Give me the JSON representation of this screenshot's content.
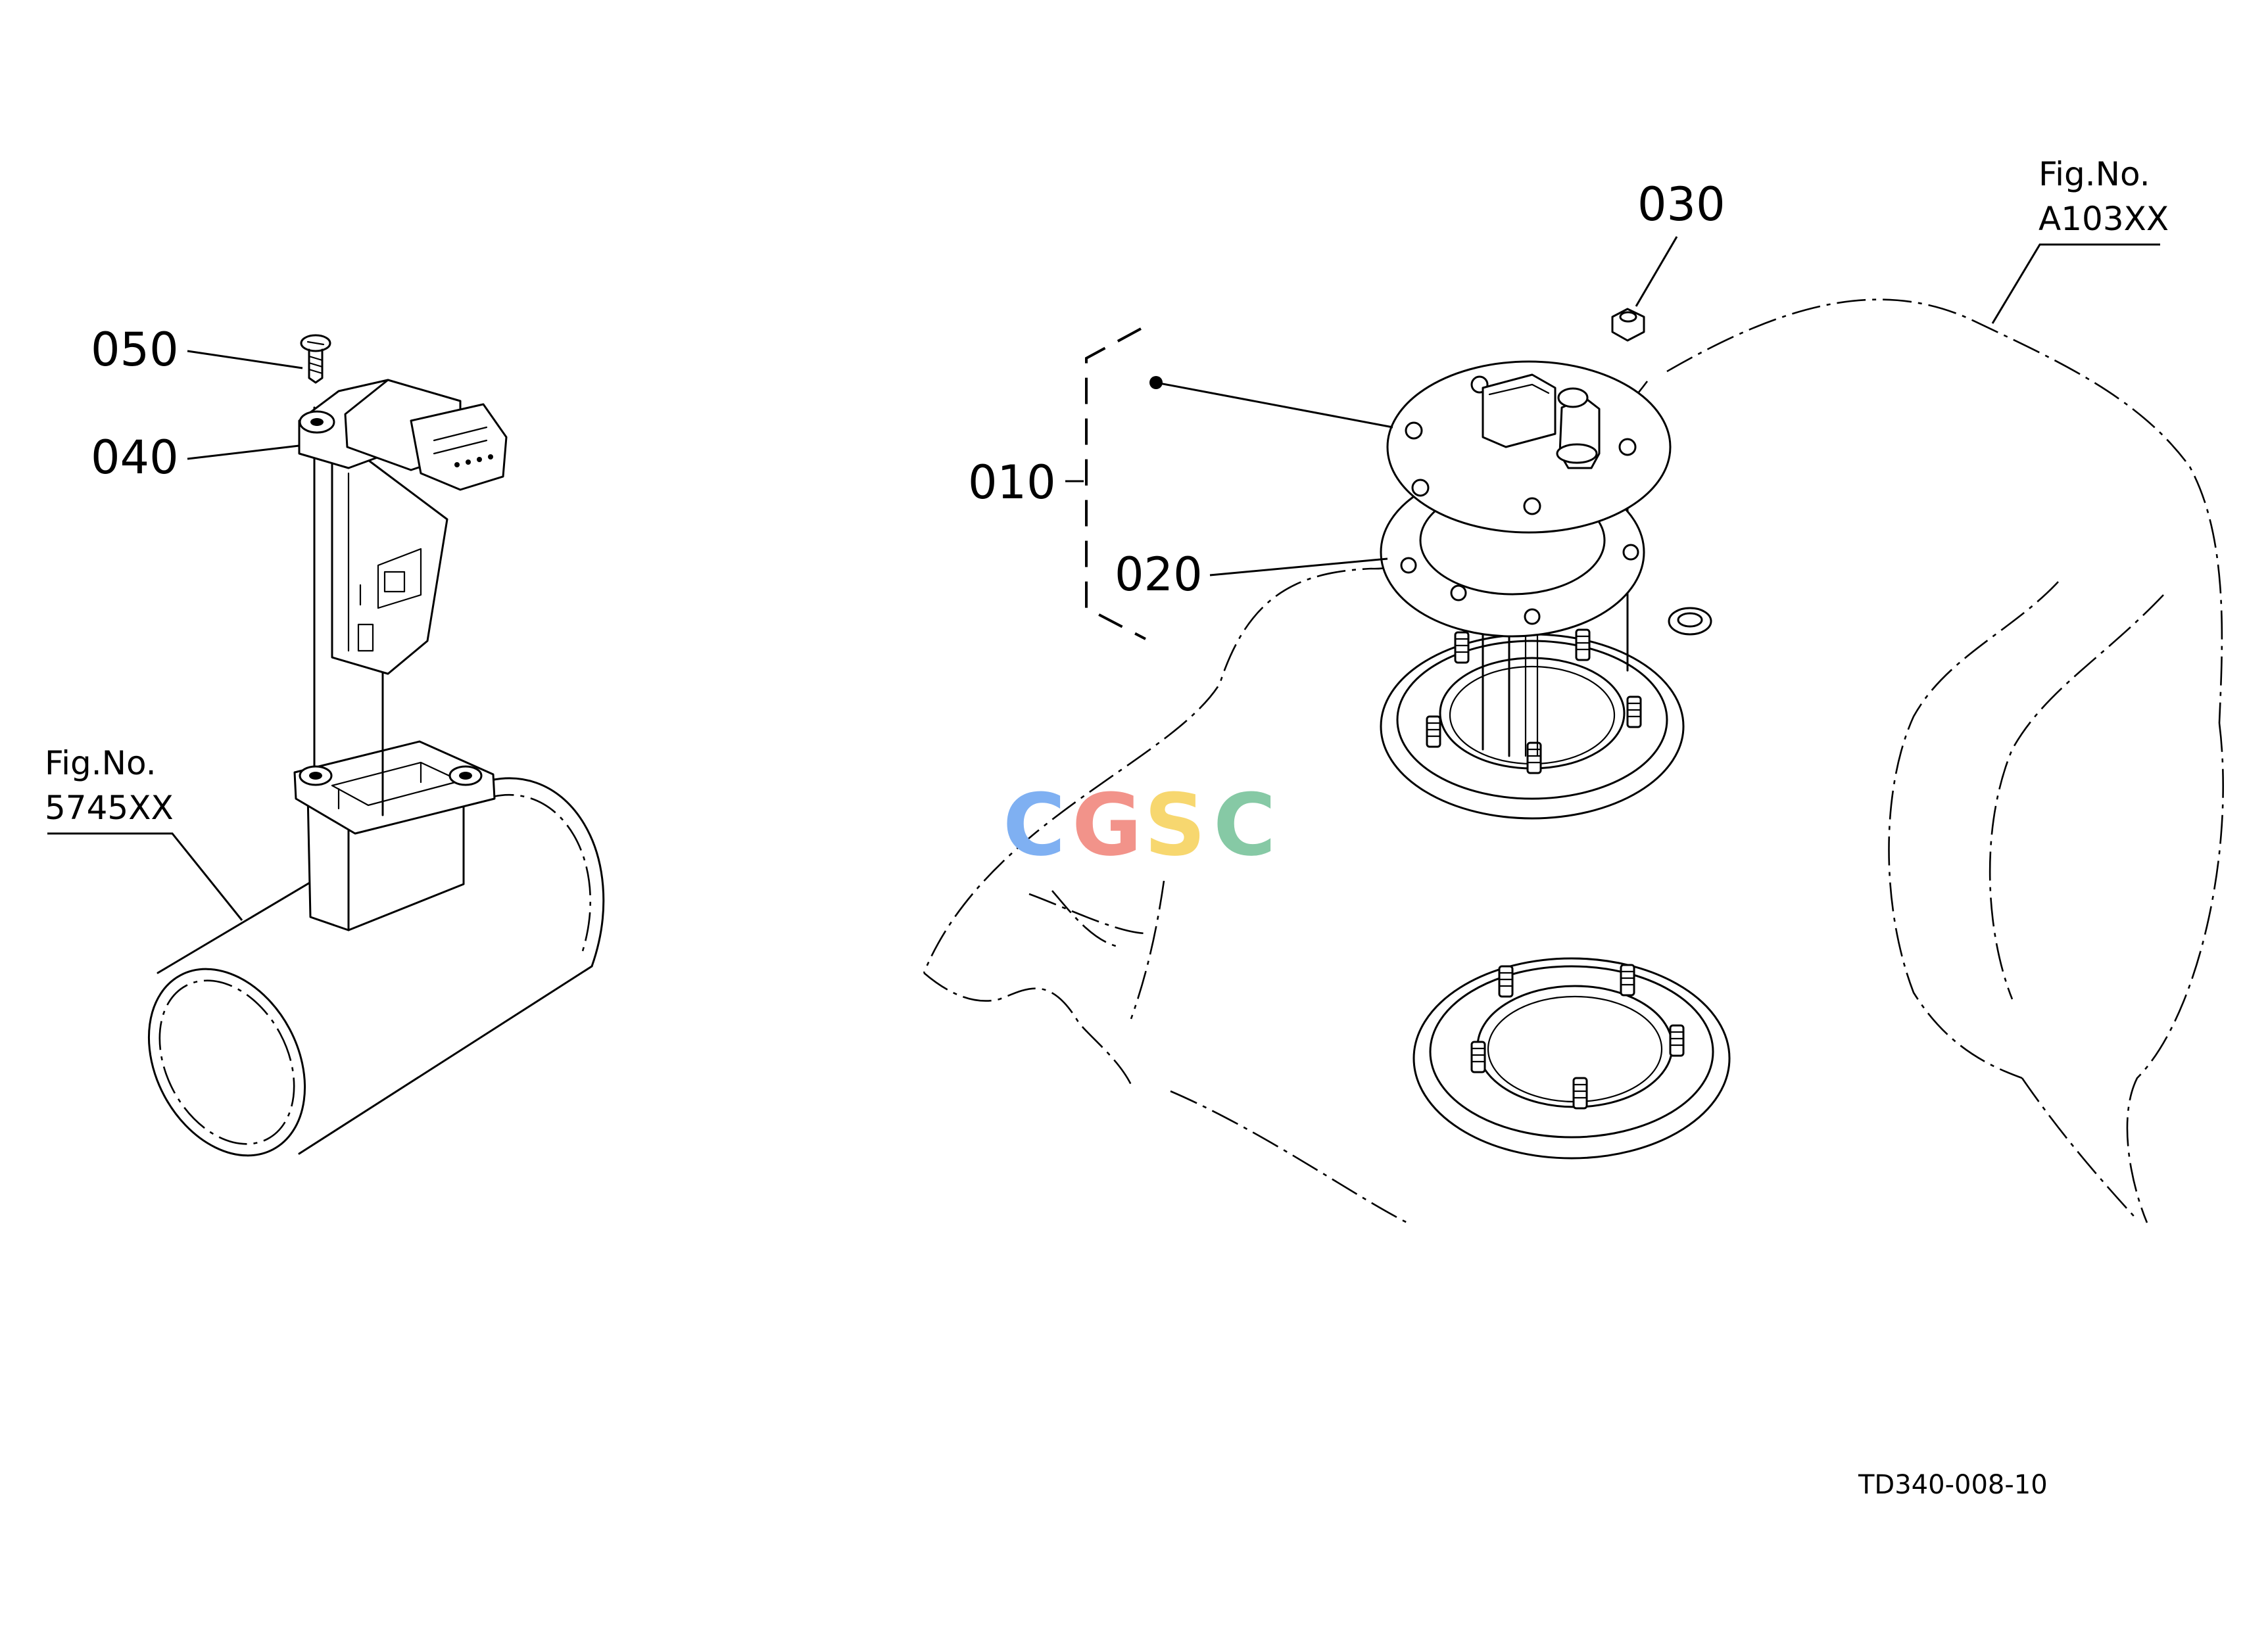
{
  "callouts": {
    "p010": "010",
    "p020": "020",
    "p030": "030",
    "p040": "040",
    "p050": "050"
  },
  "figure_refs": {
    "left": {
      "line1": "Fig.No.",
      "line2": "5745XX"
    },
    "right": {
      "line1": "Fig.No.",
      "line2": "A103XX"
    }
  },
  "drawing_code": "TD340-008-10",
  "watermark": {
    "letters": [
      "C",
      "G",
      "S",
      "C"
    ],
    "colors": [
      "#7fb0f2",
      "#f2938a",
      "#f7d76f",
      "#86c9a5"
    ]
  }
}
